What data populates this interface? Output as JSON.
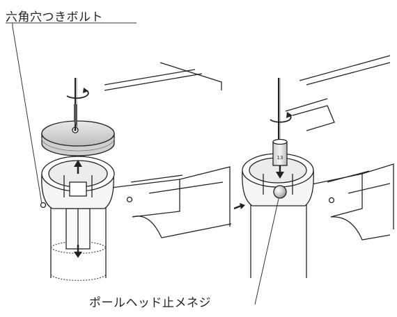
{
  "labels": {
    "hex_bolt": "六角穴つきボルト",
    "pole_head_set_screw": "ポールヘッド止メネジ"
  },
  "tool_marking": "13"
}
